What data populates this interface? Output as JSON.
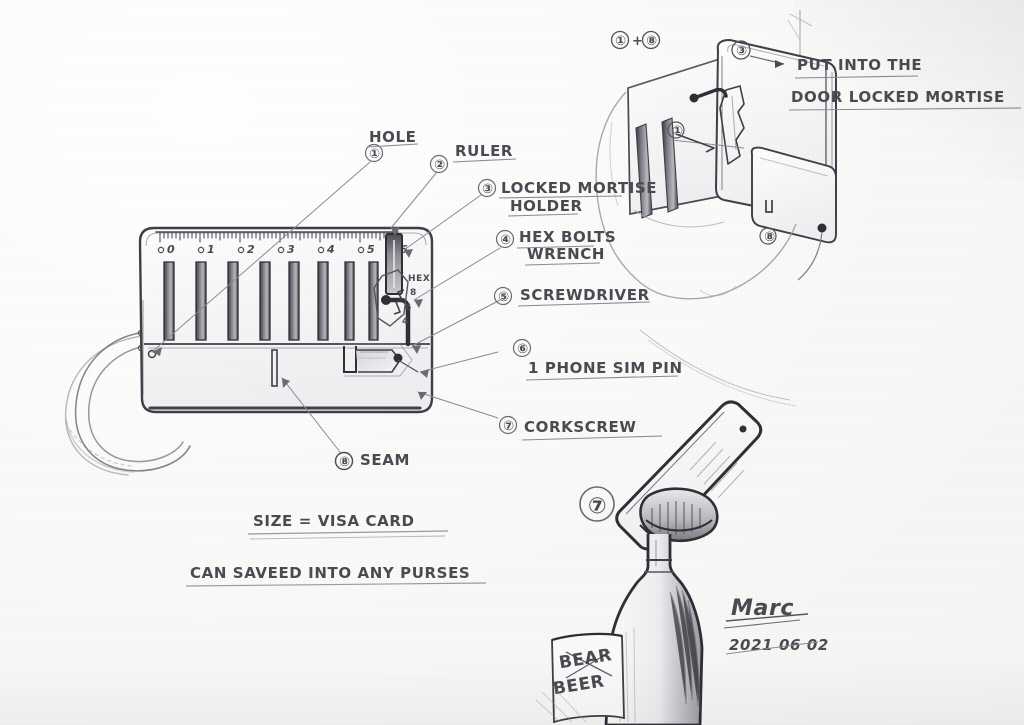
{
  "sketch": {
    "medium": "pencil on paper",
    "signature": "Marc",
    "date": "2021 06 02",
    "ink_color": "#4a4a52",
    "paper_color": "#fbfbfa"
  },
  "title_notes": {
    "combo_label": "① + ⑧",
    "instruction_line1": "PUT INTO THE",
    "instruction_line2": "DOOR LOCKED MORTISE",
    "size_note": "SIZE = VISA CARD",
    "purse_note": "CAN SAVEED INTO ANY PURSES"
  },
  "callouts": [
    {
      "num": "①",
      "label": "HOLE"
    },
    {
      "num": "②",
      "label": "RULER"
    },
    {
      "num": "③",
      "label_line1": "LOCKED MORTISE",
      "label_line2": "HOLDER"
    },
    {
      "num": "④",
      "label_line1": "HEX BOLTS",
      "label_line2": "WRENCH"
    },
    {
      "num": "⑤",
      "label": "SCREWDRIVER"
    },
    {
      "num": "⑥",
      "label": "1 PHONE SIM PIN"
    },
    {
      "num": "⑦",
      "label": "CORKSCREW"
    },
    {
      "num": "⑧",
      "label": "SEAM"
    }
  ],
  "ruler": {
    "ticks": [
      "0",
      "1",
      "2",
      "3",
      "4",
      "5",
      "6"
    ]
  },
  "hex_wrench": {
    "caption": "HEX.",
    "sizes": [
      "8",
      "6",
      "4"
    ]
  },
  "folded_view": {
    "marker_hole": "①",
    "marker_seam": "⑧",
    "marker_holder": "③"
  },
  "bottle": {
    "marker": "⑦",
    "label_line1": "BEAR",
    "label_line2": "BEER"
  }
}
